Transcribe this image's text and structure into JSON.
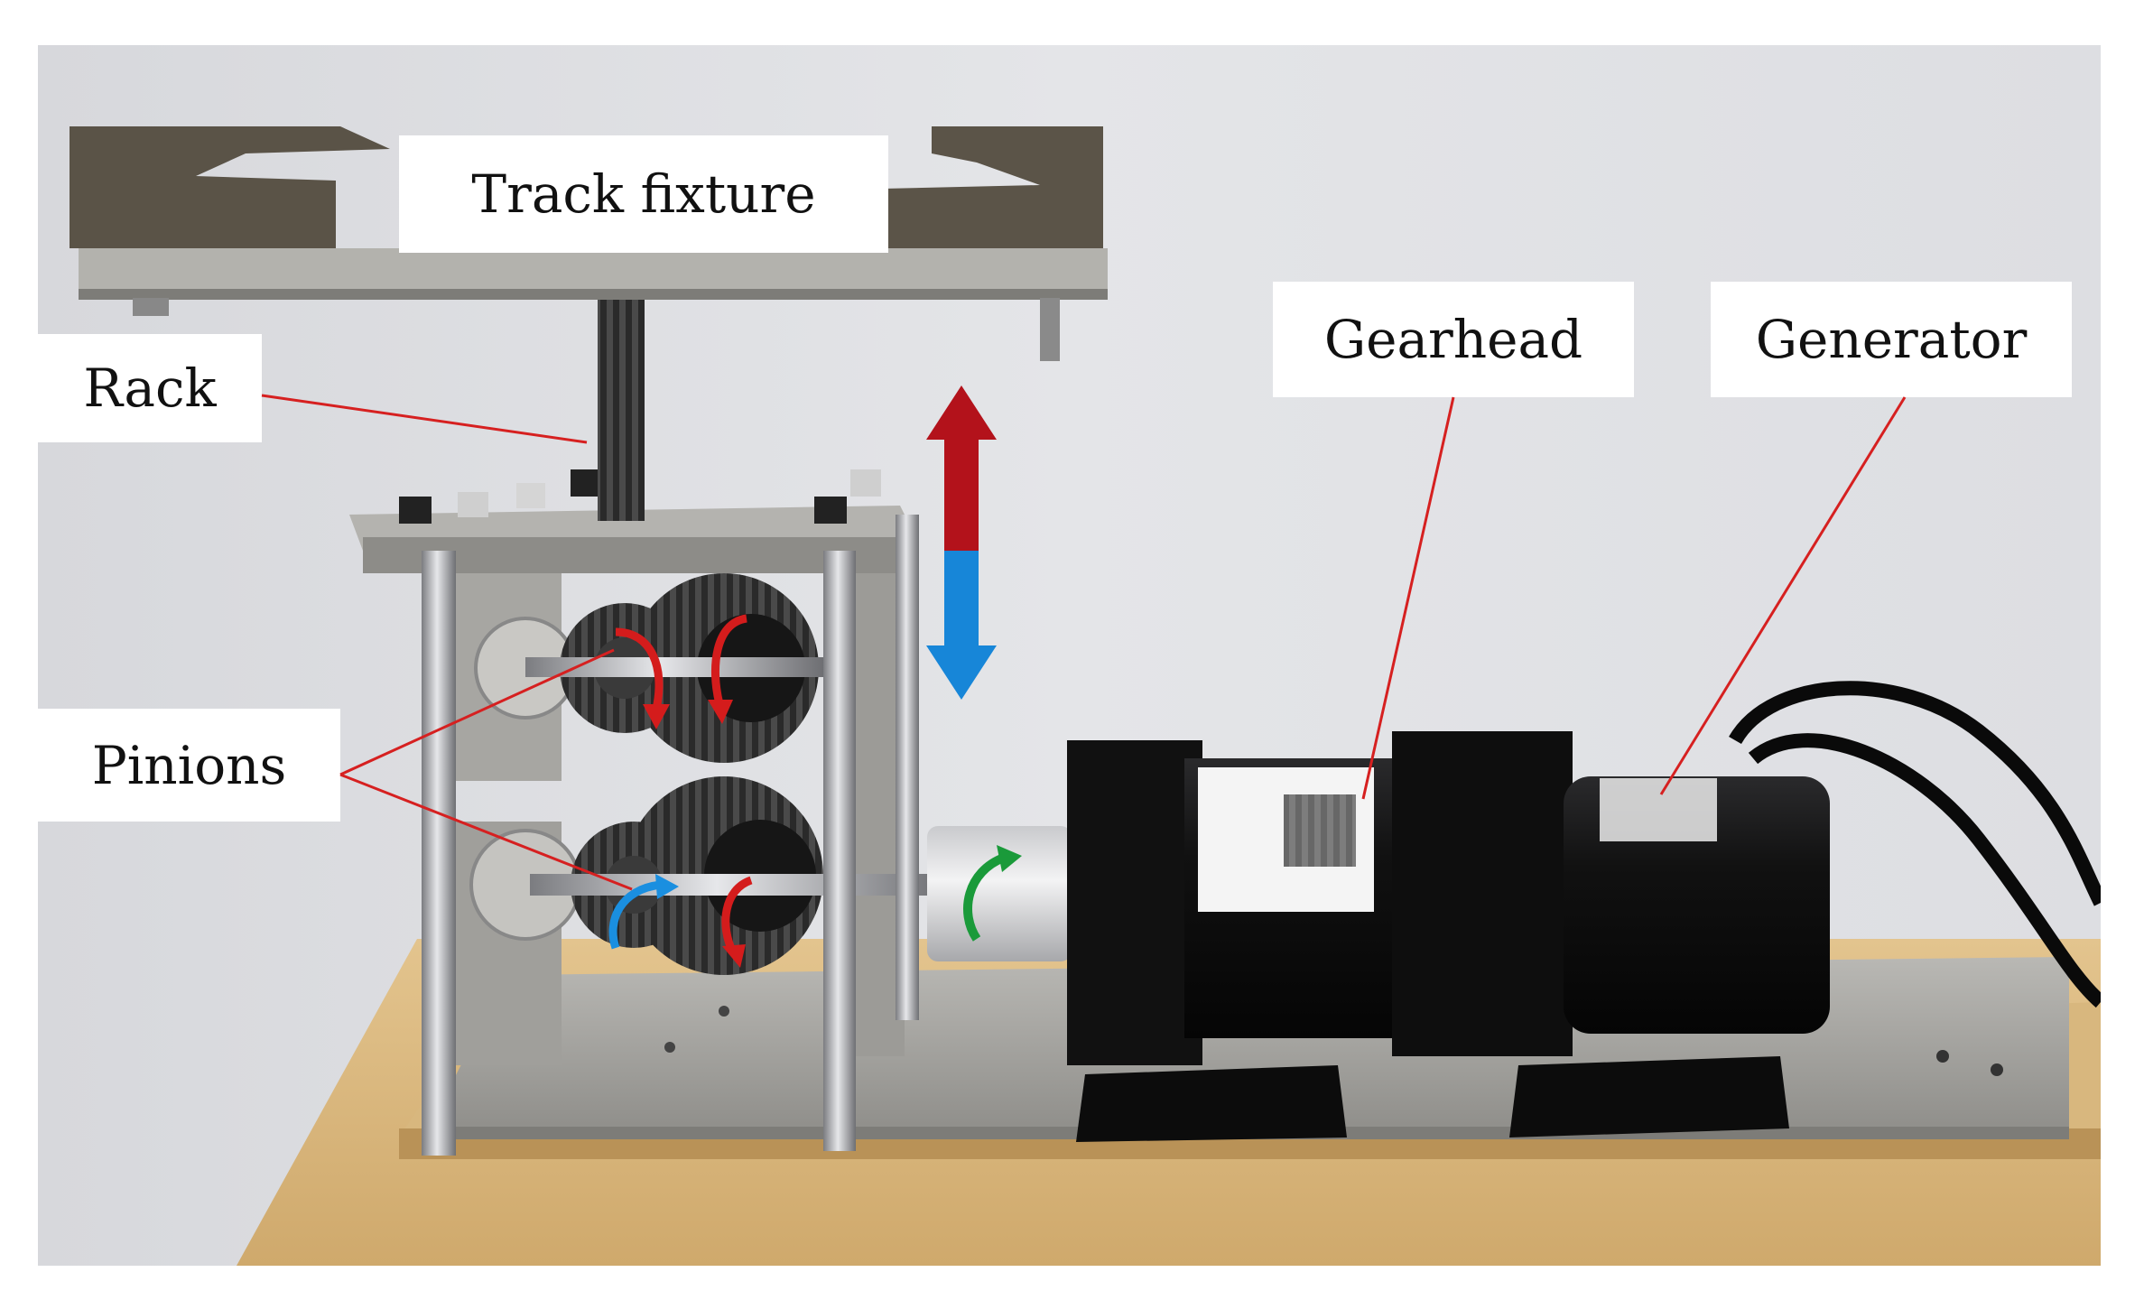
{
  "labels": {
    "track_fixture": "Track fixture",
    "rack": "Rack",
    "pinions": "Pinions",
    "gearhead": "Gearhead",
    "generator": "Generator"
  },
  "colors": {
    "up_arrow": "#b3121b",
    "down_arrow": "#1786d8",
    "pinion_arrow_red": "#d41c1c",
    "pinion_arrow_blue": "#1a8fe0",
    "coupling_arrow": "#1a9a3a",
    "leader_line": "#d62020"
  }
}
